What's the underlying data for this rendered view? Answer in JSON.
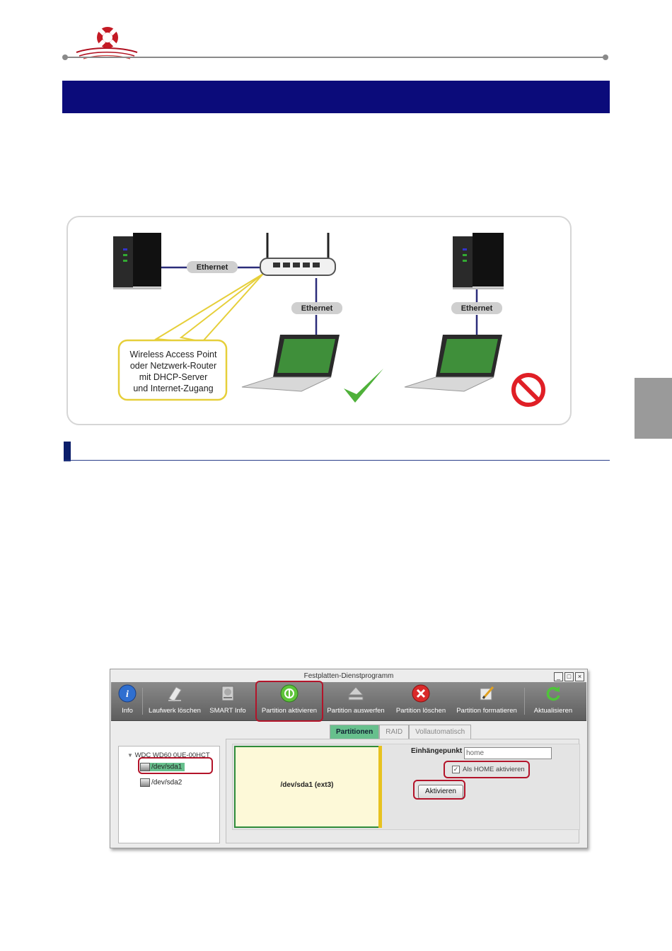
{
  "header": {
    "logo_icon": "lifebuoy-logo-icon"
  },
  "network_diagram": {
    "labels": [
      "Ethernet",
      "Ethernet",
      "Ethernet"
    ],
    "callout_lines": [
      "Wireless Access Point",
      "oder Netzwerk-Router",
      "mit DHCP-Server",
      "und Internet-Zugang"
    ],
    "icons": [
      "nas-icon",
      "router-icon",
      "laptop-icon",
      "checkmark-icon",
      "prohibited-icon"
    ]
  },
  "window": {
    "title": "Festplatten-Dienstprogramm",
    "controls": [
      "_",
      "□",
      "×"
    ],
    "toolbar": [
      {
        "label": "Info",
        "icon": "info-icon"
      },
      {
        "label": "Laufwerk löschen",
        "icon": "eraser-icon"
      },
      {
        "label": "SMART Info",
        "icon": "smart-drive-icon"
      },
      {
        "label": "Partition aktivieren",
        "icon": "activate-partition-icon"
      },
      {
        "label": "Partition auswerfen",
        "icon": "eject-icon"
      },
      {
        "label": "Partition löschen",
        "icon": "delete-icon"
      },
      {
        "label": "Partition formatieren",
        "icon": "format-icon"
      },
      {
        "label": "Aktualisieren",
        "icon": "refresh-icon"
      }
    ],
    "tree": {
      "root": "WDC WD60 0UE-00HCT",
      "items": [
        "/dev/sda1",
        "/dev/sda2"
      ]
    },
    "tabs": [
      "Partitionen",
      "RAID",
      "Vollautomatisch"
    ],
    "partition_label": "/dev/sda1 (ext3)",
    "mount_label": "Einhängepunkt",
    "mount_value": "home",
    "home_checkbox_label": "Als HOME aktivieren",
    "home_checked": true,
    "activate_button": "Aktivieren"
  },
  "colors": {
    "title_bar": "#0b0b7a",
    "highlight": "#b3142a",
    "active_tab": "#67c08d"
  }
}
